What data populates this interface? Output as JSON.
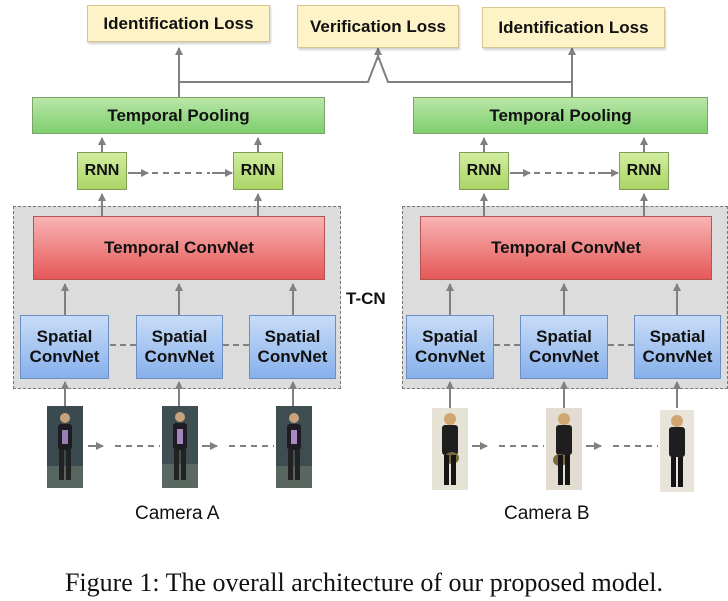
{
  "losses": {
    "identification_a": "Identification Loss",
    "verification": "Verification Loss",
    "identification_b": "Identification Loss"
  },
  "branch_a": {
    "pooling": "Temporal Pooling",
    "rnn": [
      "RNN",
      "RNN"
    ],
    "temporal_convnet": "Temporal ConvNet",
    "spatial": [
      {
        "line1": "Spatial",
        "line2": "ConvNet"
      },
      {
        "line1": "Spatial",
        "line2": "ConvNet"
      },
      {
        "line1": "Spatial",
        "line2": "ConvNet"
      }
    ],
    "camera": "Camera A"
  },
  "branch_b": {
    "pooling": "Temporal Pooling",
    "rnn": [
      "RNN",
      "RNN"
    ],
    "temporal_convnet": "Temporal ConvNet",
    "spatial": [
      {
        "line1": "Spatial",
        "line2": "ConvNet"
      },
      {
        "line1": "Spatial",
        "line2": "ConvNet"
      },
      {
        "line1": "Spatial",
        "line2": "ConvNet"
      }
    ],
    "camera": "Camera B"
  },
  "tcn_label": "T-CN",
  "caption": "Figure 1: The overall architecture of our proposed model.",
  "colors": {
    "loss_fill": "#fdf3c7",
    "pooling_fill": "#8fd67f",
    "rnn_fill": "#b8dc78",
    "temporal_convnet_fill": "#ee7171",
    "spatial_convnet_fill": "#9dbff0",
    "group_fill": "#dcdcdc",
    "arrow": "#808080"
  }
}
